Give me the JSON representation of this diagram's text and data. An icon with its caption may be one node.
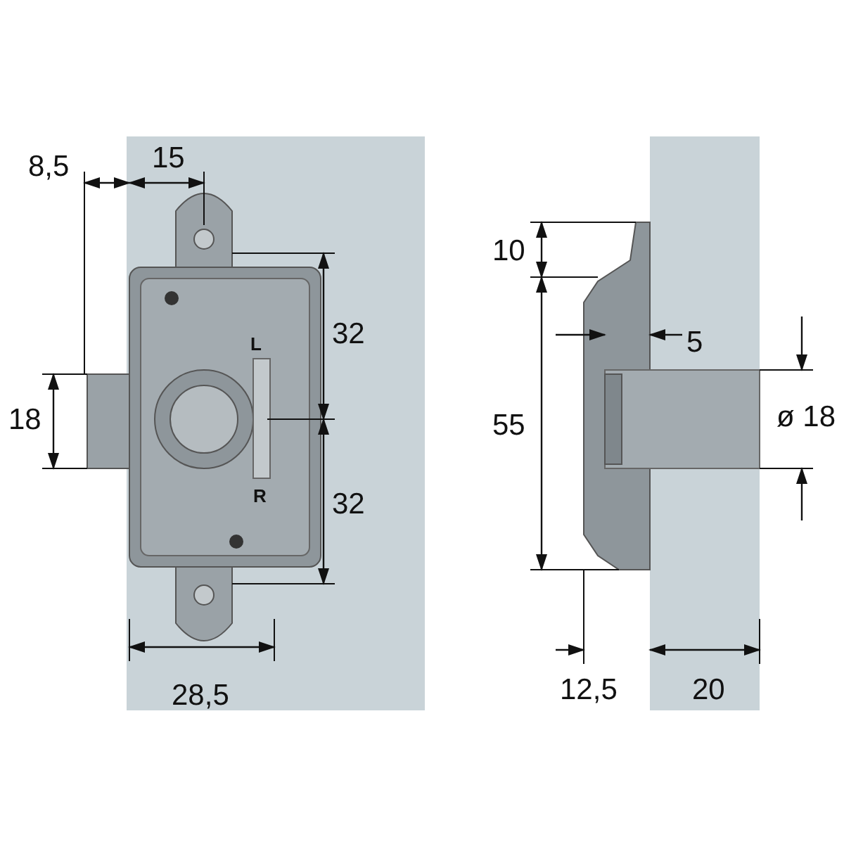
{
  "diagram": {
    "labels": [
      "8,5",
      "15",
      "32",
      "L",
      "18",
      "32",
      "R",
      "28,5",
      "10",
      "5",
      "55",
      "ø 18",
      "12,5",
      "20"
    ]
  }
}
